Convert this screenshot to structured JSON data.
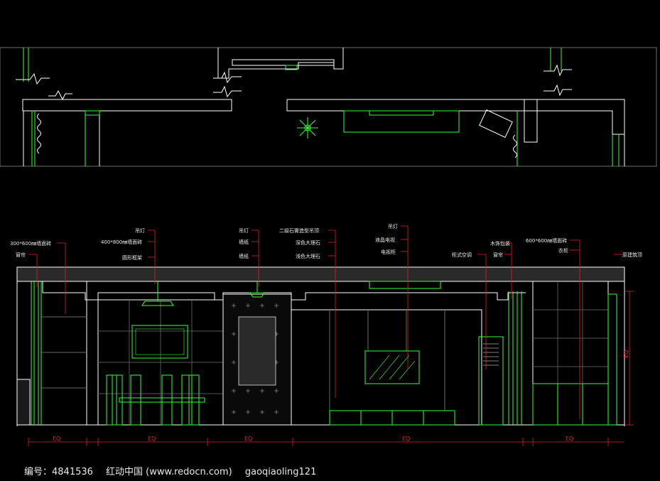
{
  "colors": {
    "background": "#000000",
    "wall_line": "#ffffff",
    "fixture": "#33ff33",
    "dimension": "#e02020",
    "leader": "#e02020",
    "label": "#e8e8e8"
  },
  "annotations": {
    "wall_tile_left": "300*600㎜墙面砖",
    "curtain_left": "窗帘",
    "pendant_lamp_1": "吊灯",
    "wall_tile_mid": "400*800㎜墙面砖",
    "painting_frame": "圆形框架",
    "pendant_lamp_2": "吊灯",
    "wallpaper": "墙纸",
    "skirting": "墙纸",
    "ceiling_double": "二级石膏造型吊顶",
    "marble_dark": "深色大理石",
    "marble_light": "浅色大理石",
    "pendant_lamp_3": "吊灯",
    "lcd_tv": "液晶电视",
    "tv_cabinet": "电视柜",
    "cabinet_ac": "柜式空调",
    "curtain_right": "窗帘",
    "wood_cover": "木饰包装",
    "wall_tile_right": "600*600㎜墙面砖",
    "cabinet_right": "衣柜",
    "ceiling_original": "原建筑顶"
  },
  "dimensions": {
    "segments": [
      "EQ",
      "EQ",
      "EQ",
      "EQ",
      "EQ"
    ],
    "vertical": "EQ"
  },
  "footer": {
    "id": "编号：4841536",
    "site": "红动中国 (www.redocn.com)",
    "author": "gaoqiaoling121"
  }
}
